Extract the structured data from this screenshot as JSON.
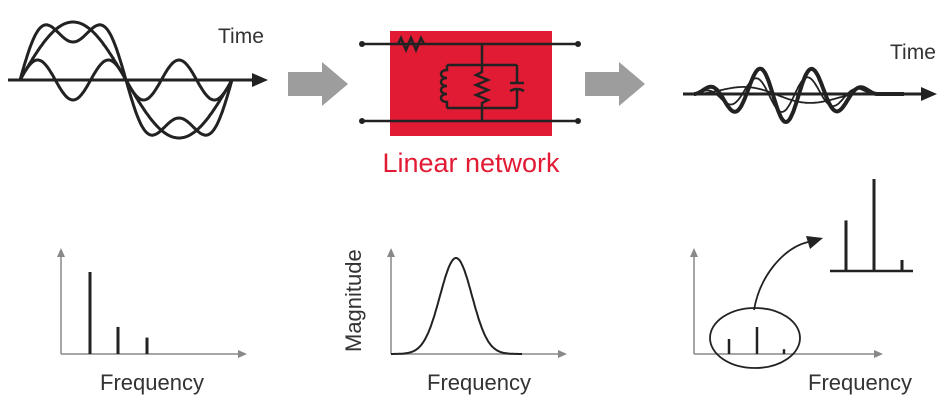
{
  "labels": {
    "time_left": "Time",
    "time_right": "Time",
    "network": "Linear network",
    "freq_left": "Frequency",
    "freq_mid": "Frequency",
    "freq_right": "Frequency",
    "magnitude": "Magnitude"
  },
  "colors": {
    "network_fill": "#e11b34",
    "network_text": "#e11b34",
    "arrow_fill": "#9d9d9d",
    "line": "#222222",
    "axis": "#888888"
  },
  "spectrum_left": {
    "amplitudes": [
      1.0,
      0.33,
      0.2
    ]
  },
  "spectrum_right": {
    "amplitudes": [
      0.25,
      0.45,
      0.08
    ]
  },
  "spectrum_inset": {
    "amplitudes": [
      0.55,
      1.0,
      0.12
    ]
  }
}
